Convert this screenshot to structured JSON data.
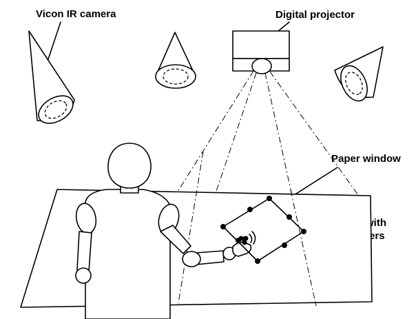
{
  "labels": {
    "camera": "Vicon IR camera",
    "projector": "Digital projector",
    "paper_window": "Paper window",
    "finger_line1": "Finger with",
    "finger_line2": "IR markers"
  }
}
